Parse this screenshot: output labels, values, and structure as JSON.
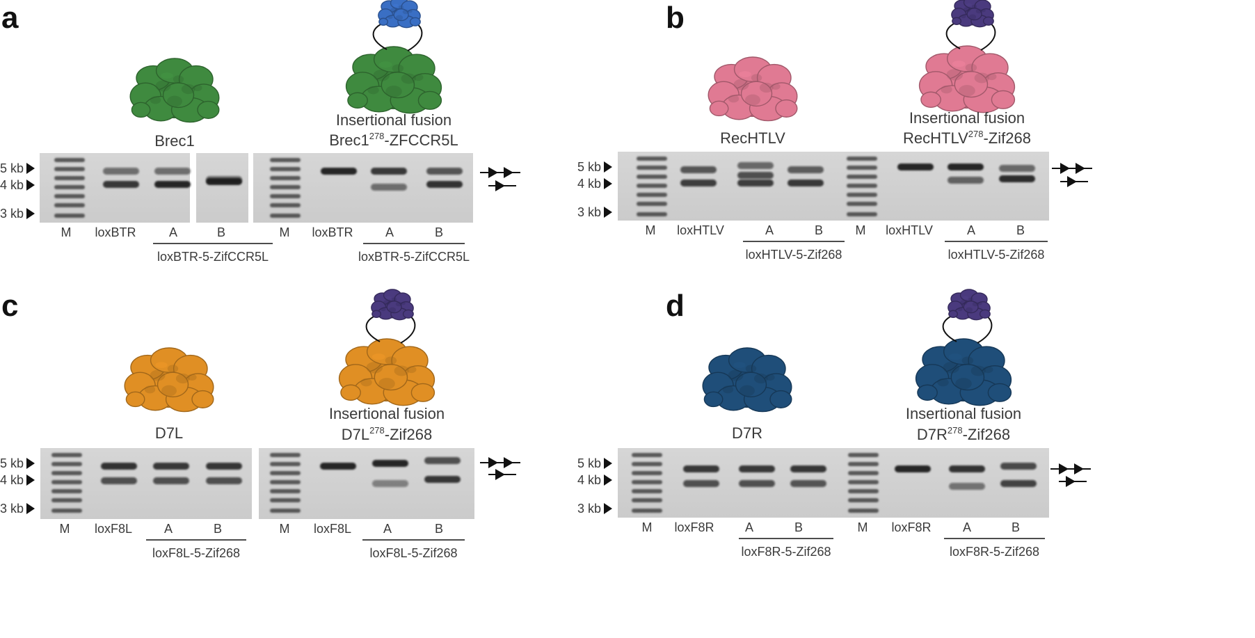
{
  "panels": [
    {
      "letter": "a",
      "protein_name": "Brec1",
      "fusion_title": "Insertional fusion",
      "fusion_name_pre": "Brec1",
      "fusion_sup": "278",
      "fusion_name_post": "-ZFCCR5L",
      "protein_color": "#3f8a3f",
      "znf_color": "#3a6fc4",
      "lanes_left": [
        "M",
        "loxBTR",
        "A",
        "B"
      ],
      "group_left": "loxBTR-5-ZifCCR5L",
      "lanes_right": [
        "M",
        "loxBTR",
        "A",
        "B"
      ],
      "group_right": "loxBTR-5-ZifCCR5L"
    },
    {
      "letter": "b",
      "protein_name": "RecHTLV",
      "fusion_title": "Insertional fusion",
      "fusion_name_pre": "RecHTLV",
      "fusion_sup": "278",
      "fusion_name_post": "-Zif268",
      "protein_color": "#e07a93",
      "znf_color": "#4a3a7e",
      "lanes_left": [
        "M",
        "loxHTLV",
        "A",
        "B"
      ],
      "group_left": "loxHTLV-5-Zif268",
      "lanes_right": [
        "M",
        "loxHTLV",
        "A",
        "B"
      ],
      "group_right": "loxHTLV-5-Zif268"
    },
    {
      "letter": "c",
      "protein_name": "D7L",
      "fusion_title": "Insertional fusion",
      "fusion_name_pre": "D7L",
      "fusion_sup": "278",
      "fusion_name_post": "-Zif268",
      "protein_color": "#e08f24",
      "znf_color": "#4a3a7e",
      "lanes_left": [
        "M",
        "loxF8L",
        "A",
        "B"
      ],
      "group_left": "loxF8L-5-Zif268",
      "lanes_right": [
        "M",
        "loxF8L",
        "A",
        "B"
      ],
      "group_right": "loxF8L-5-Zif268"
    },
    {
      "letter": "d",
      "protein_name": "D7R",
      "fusion_title": "Insertional fusion",
      "fusion_name_pre": "D7R",
      "fusion_sup": "278",
      "fusion_name_post": "-Zif268",
      "protein_color": "#1f4e79",
      "znf_color": "#4a3a7e",
      "lanes_left": [
        "M",
        "loxF8R",
        "A",
        "B"
      ],
      "group_left": "loxF8R-5-Zif268",
      "lanes_right": [
        "M",
        "loxF8R",
        "A",
        "B"
      ],
      "group_right": "loxF8R-5-Zif268"
    }
  ],
  "kb_markers": [
    "5 kb",
    "4 kb",
    "3 kb"
  ]
}
